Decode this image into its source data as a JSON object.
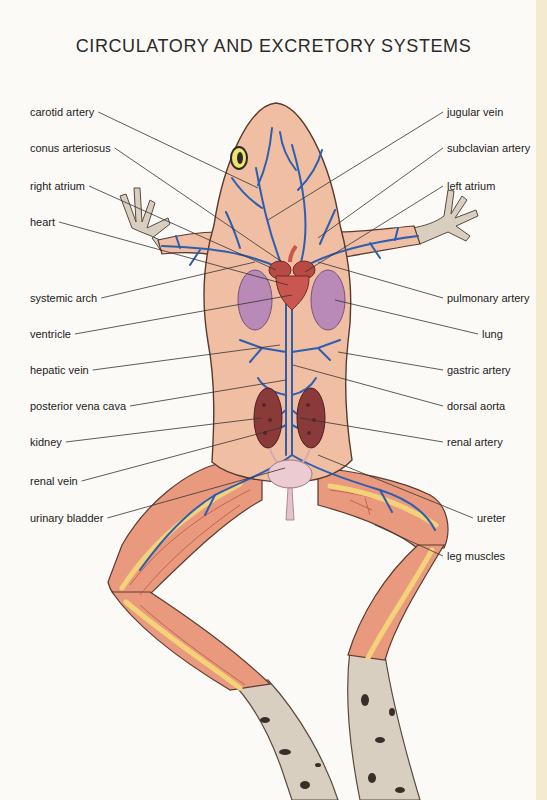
{
  "diagram": {
    "title": "CIRCULATORY AND EXCRETORY SYSTEMS",
    "labels": [
      "carotid artery",
      "conus arteriosus",
      "right atrium",
      "heart",
      "systemic arch",
      "ventricle",
      "hepatic vein",
      "posterior vena cava",
      "kidney",
      "renal vein",
      "urinary bladder",
      "jugular vein",
      "subclavian artery",
      "left atrium",
      "pulmonary artery",
      "lung",
      "gastric artery",
      "dorsal aorta",
      "renal artery",
      "ureter",
      "leg muscles"
    ]
  }
}
